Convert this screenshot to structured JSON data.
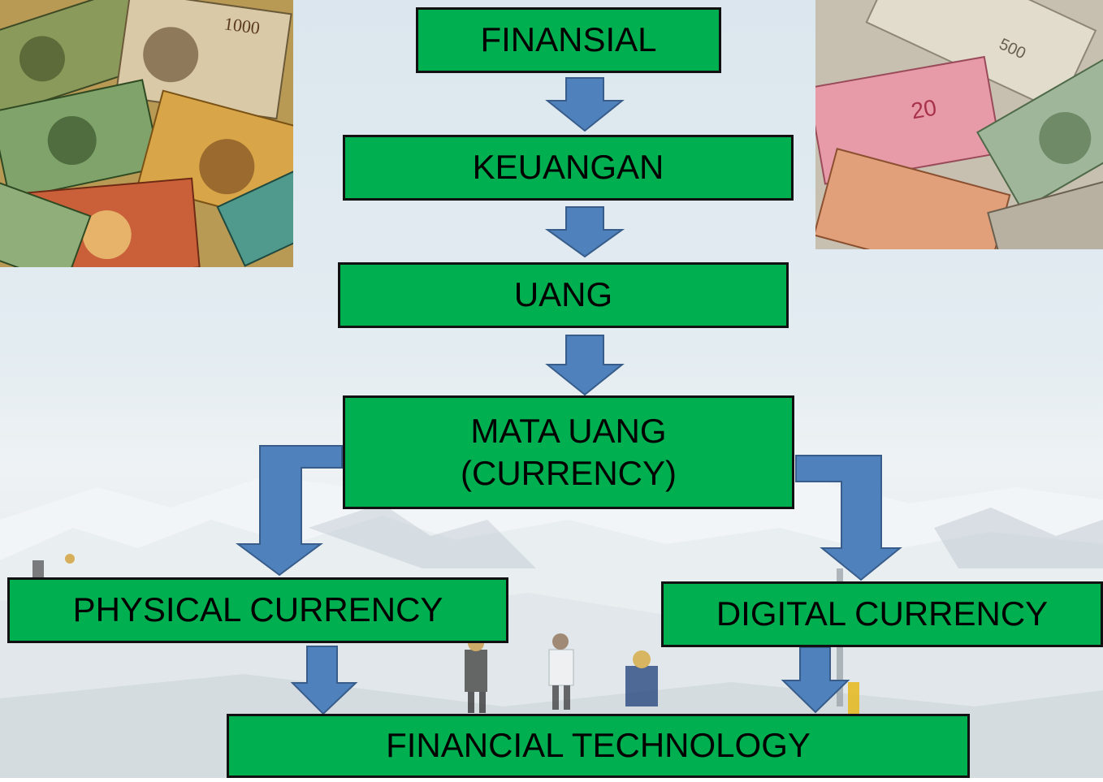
{
  "diagram": {
    "nodes": {
      "finansial": "FINANSIAL",
      "keuangan": "KEUANGAN",
      "uang": "UANG",
      "mata_uang_line1": "MATA UANG",
      "mata_uang_line2": "(CURRENCY)",
      "physical": "PHYSICAL CURRENCY",
      "digital": "DIGITAL CURRENCY",
      "fintech": "FINANCIAL TECHNOLOGY"
    },
    "edges": [
      {
        "from": "FINANSIAL",
        "to": "KEUANGAN"
      },
      {
        "from": "KEUANGAN",
        "to": "UANG"
      },
      {
        "from": "UANG",
        "to": "MATA UANG (CURRENCY)"
      },
      {
        "from": "MATA UANG (CURRENCY)",
        "to": "PHYSICAL CURRENCY"
      },
      {
        "from": "MATA UANG (CURRENCY)",
        "to": "DIGITAL CURRENCY"
      },
      {
        "from": "PHYSICAL CURRENCY",
        "to": "FINANCIAL TECHNOLOGY"
      },
      {
        "from": "DIGITAL CURRENCY",
        "to": "FINANCIAL TECHNOLOGY"
      }
    ],
    "colors": {
      "node_fill": "#00b050",
      "node_border": "#111111",
      "arrow_fill": "#4f81bd",
      "arrow_stroke": "#385d8a"
    },
    "images": {
      "left": "banknotes-collage-image",
      "right": "rupee-dollar-notes-image",
      "background": "snowy-mountain-skiers-image"
    }
  }
}
